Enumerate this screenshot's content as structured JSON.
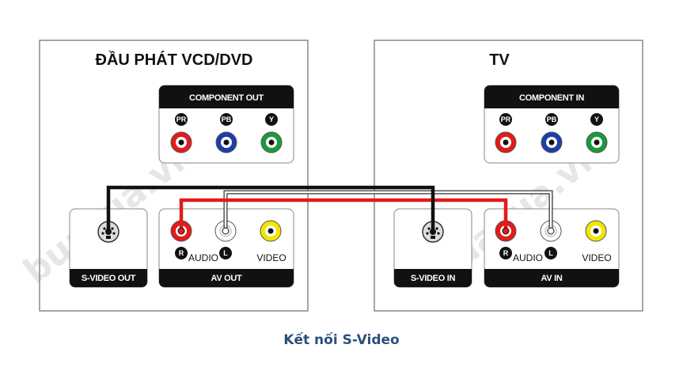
{
  "player": {
    "title": "ĐẦU PHÁT VCD/DVD",
    "component_out": {
      "header": "COMPONENT OUT",
      "badges": [
        "PR",
        "PB",
        "Y"
      ]
    },
    "svideo_out": {
      "label": "S-VIDEO OUT"
    },
    "av_out": {
      "label": "AV OUT",
      "badge_r": "R",
      "badge_l": "L",
      "audio": "AUDIO",
      "video": "VIDEO"
    }
  },
  "tv": {
    "title": "TV",
    "component_in": {
      "header": "COMPONENT IN",
      "badges": [
        "PR",
        "PB",
        "Y"
      ]
    },
    "svideo_in": {
      "label": "S-VIDEO IN"
    },
    "av_in": {
      "label": "AV IN",
      "badge_r": "R",
      "badge_l": "L",
      "audio": "AUDIO",
      "video": "VIDEO"
    }
  },
  "colors": {
    "red": "#e21b1b",
    "blue": "#1a3fa8",
    "green": "#1a9a3a",
    "yellow": "#f2e600",
    "white": "#ffffff",
    "black": "#111111"
  },
  "watermark": "buaxua.vn",
  "caption": "Kết nối S-Video"
}
